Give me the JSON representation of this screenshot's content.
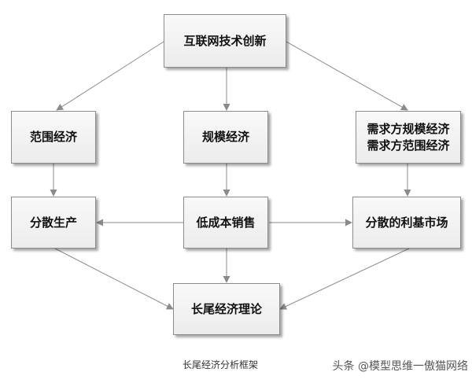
{
  "nodes": {
    "internet_innovation": "互联网技术创新",
    "economies_of_scope": "范围经济",
    "economies_of_scale": "规模经济",
    "demand_side_line1": "需求方规模经济",
    "demand_side_line2": "需求方范围经济",
    "dispersed_production": "分散生产",
    "low_cost_sales": "低成本销售",
    "dispersed_niche_market": "分散的利基市场",
    "long_tail_theory": "长尾经济理论"
  },
  "caption": "长尾经济分析框架",
  "watermark": "头条 @模型思维一傲猫网络",
  "colors": {
    "arrow": "#8a8a8a",
    "node_border": "#8c8c8c",
    "node_fill_top": "#f9f9f9",
    "node_fill_bottom": "#ececec"
  }
}
